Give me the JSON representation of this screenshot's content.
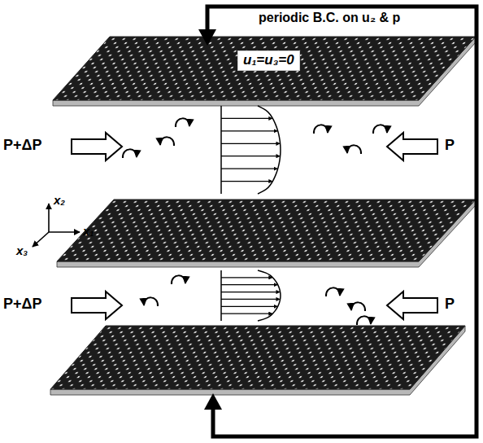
{
  "diagram": {
    "labels": [
      "periodic B.C. on u₂ & p",
      "u₁=u₃=0",
      "P+ΔP",
      "P",
      "P+ΔP",
      "P",
      "x₂",
      "x₁",
      "x₃"
    ]
  }
}
